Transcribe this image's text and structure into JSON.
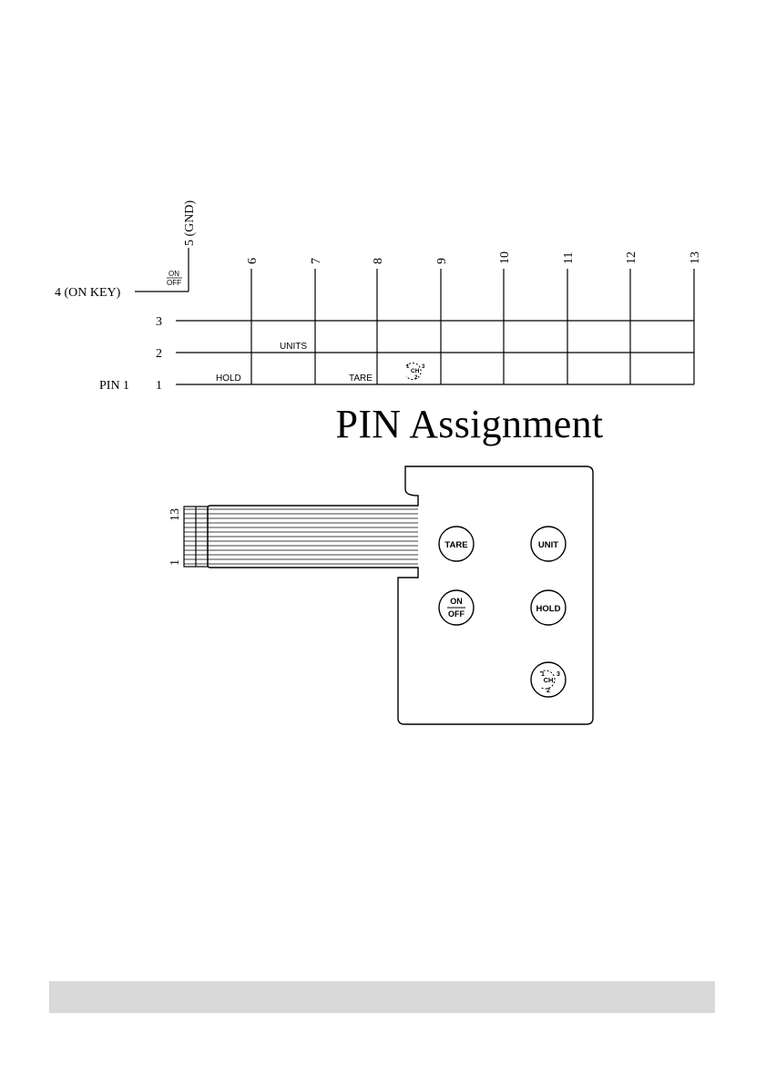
{
  "matrix": {
    "column_pins": [
      "6",
      "7",
      "8",
      "9",
      "10",
      "11",
      "12",
      "13"
    ],
    "row_pins": [
      "3",
      "2",
      "1"
    ],
    "pin1_label": "PIN 1",
    "gnd_label": "5 (GND)",
    "on_key_label": "4 (ON KEY)",
    "on_off_top": "ON",
    "on_off_bottom": "OFF",
    "cell_labels": {
      "hold": "HOLD",
      "units": "UNITS",
      "tare": "TARE",
      "ch": "CH",
      "ch_1": "1",
      "ch_2": "2",
      "ch_3": "3"
    }
  },
  "title": "PIN Assignment",
  "keypad": {
    "cable_pin_top": "13",
    "cable_pin_bottom": "1",
    "buttons": {
      "tare": "TARE",
      "unit": "UNIT",
      "on": "ON",
      "off": "OFF",
      "hold": "HOLD",
      "ch": "CH",
      "ch_1": "1",
      "ch_2": "2",
      "ch_3": "3"
    }
  }
}
